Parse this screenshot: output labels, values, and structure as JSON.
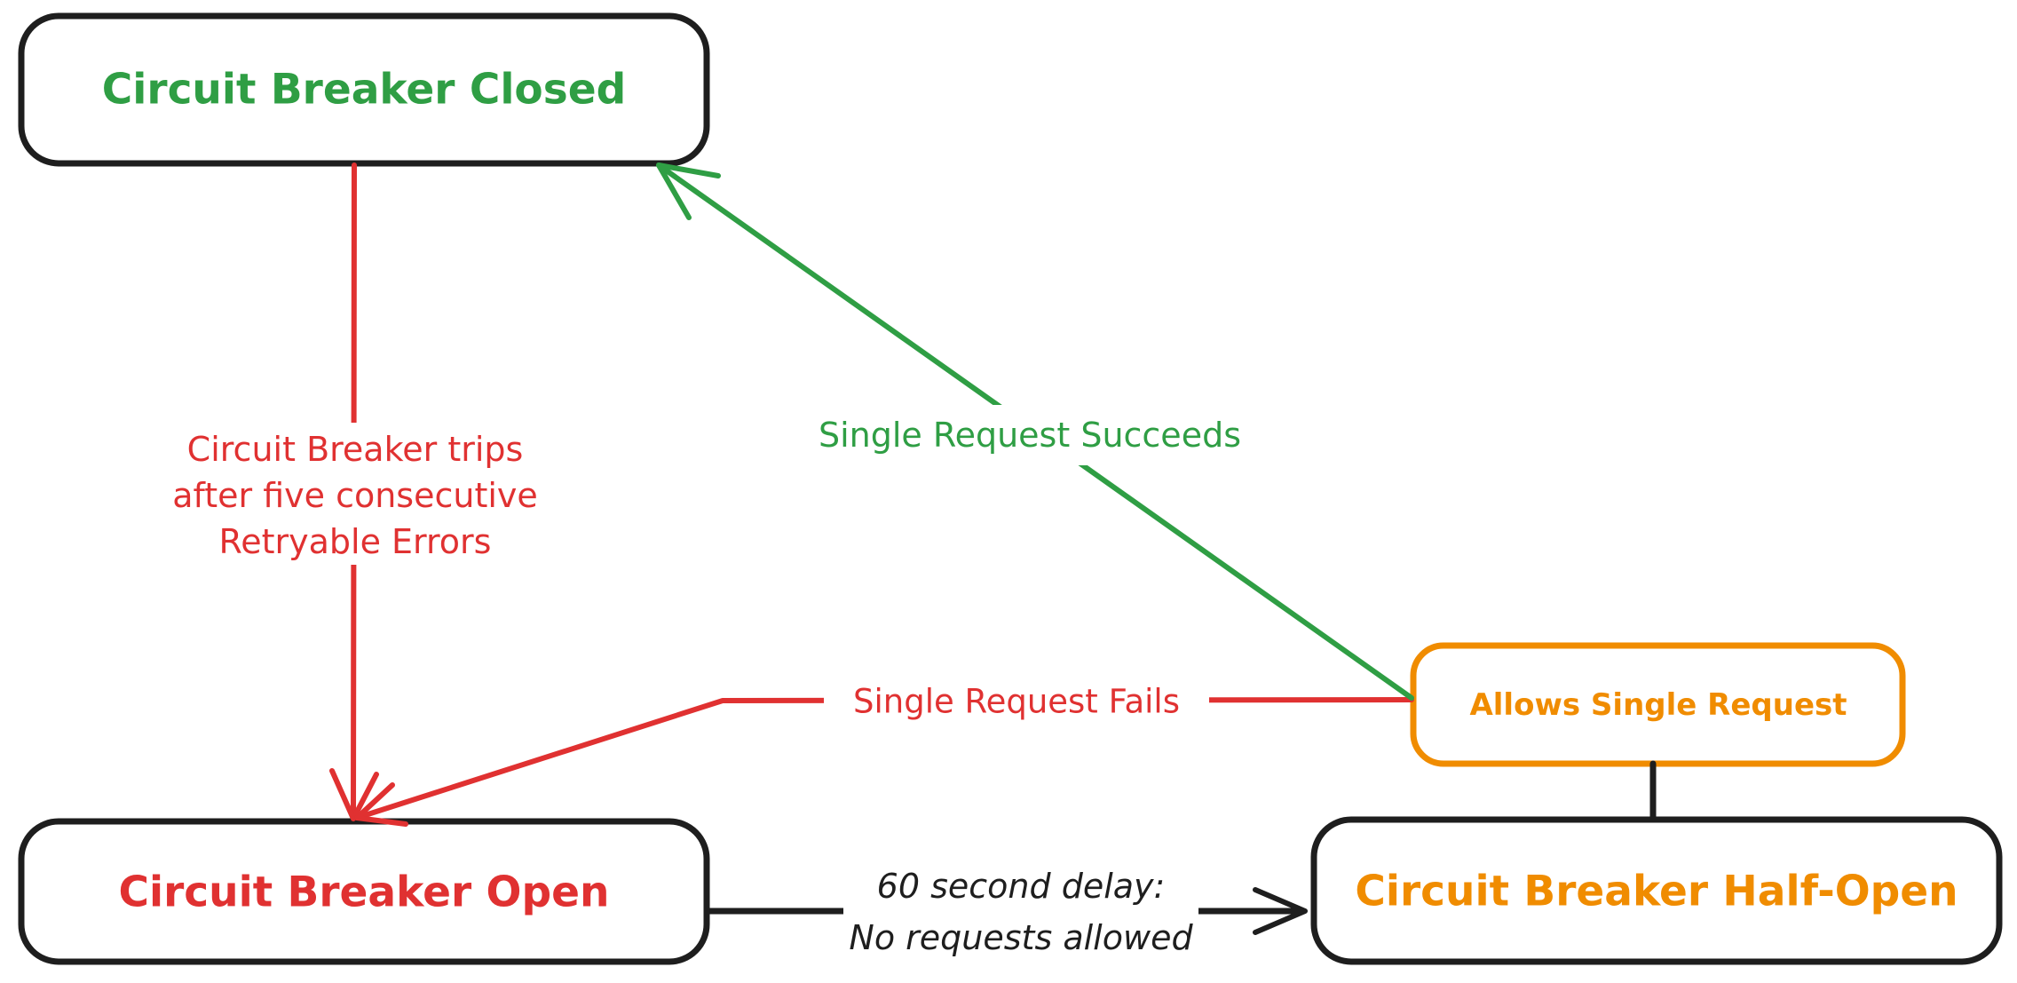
{
  "nodes": {
    "closed": {
      "label": "Circuit Breaker Closed",
      "text_color": "#2f9e44",
      "border_color": "#1e1e1e"
    },
    "open": {
      "label": "Circuit Breaker Open",
      "text_color": "#e03131",
      "border_color": "#1e1e1e"
    },
    "half_open": {
      "label": "Circuit Breaker Half-Open",
      "text_color": "#f08c00",
      "border_color": "#1e1e1e"
    },
    "allows_single_request": {
      "label": "Allows Single Request",
      "text_color": "#f08c00",
      "border_color": "#f08c00"
    }
  },
  "edges": {
    "trips": {
      "color": "#e03131",
      "lines": [
        "Circuit Breaker trips",
        "after five consecutive",
        "Retryable Errors"
      ]
    },
    "single_request_succeeds": {
      "color": "#2f9e44",
      "label": "Single Request Succeeds"
    },
    "single_request_fails": {
      "color": "#e03131",
      "label": "Single Request Fails"
    },
    "delay": {
      "color": "#1e1e1e",
      "lines": [
        "60 second delay:",
        "No requests allowed"
      ]
    },
    "half_open_link": {
      "color": "#1e1e1e"
    }
  }
}
